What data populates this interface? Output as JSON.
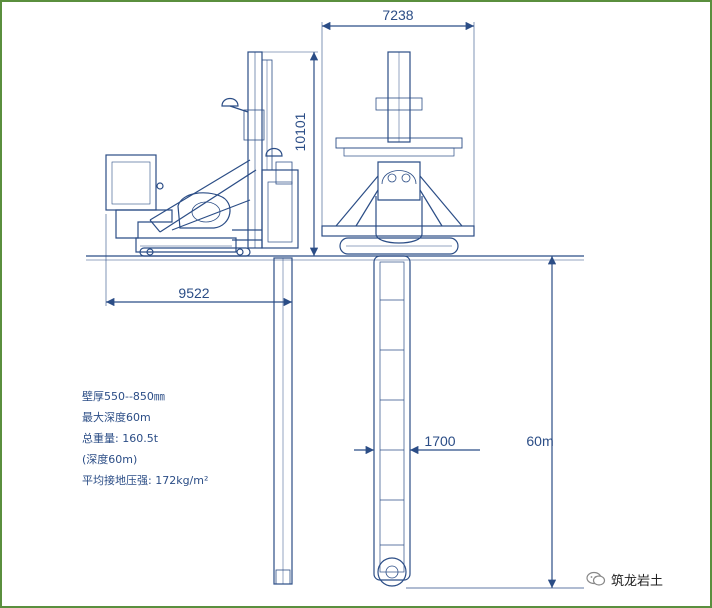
{
  "dimensions": {
    "top_width": "7238",
    "mast_height": "10101",
    "base_length": "9522",
    "cutter_width": "1700",
    "depth": "60m"
  },
  "specs": [
    "壁厚550--850㎜",
    "最大深度60m",
    "总重量: 160.5t",
    "(深度60m)",
    "平均接地压强: 172kg/m²"
  ],
  "watermark": {
    "icon": "wechat-icon",
    "text": "筑龙岩土"
  },
  "colors": {
    "line": "#2b4d86",
    "frame_border": "#5a8f3e"
  }
}
